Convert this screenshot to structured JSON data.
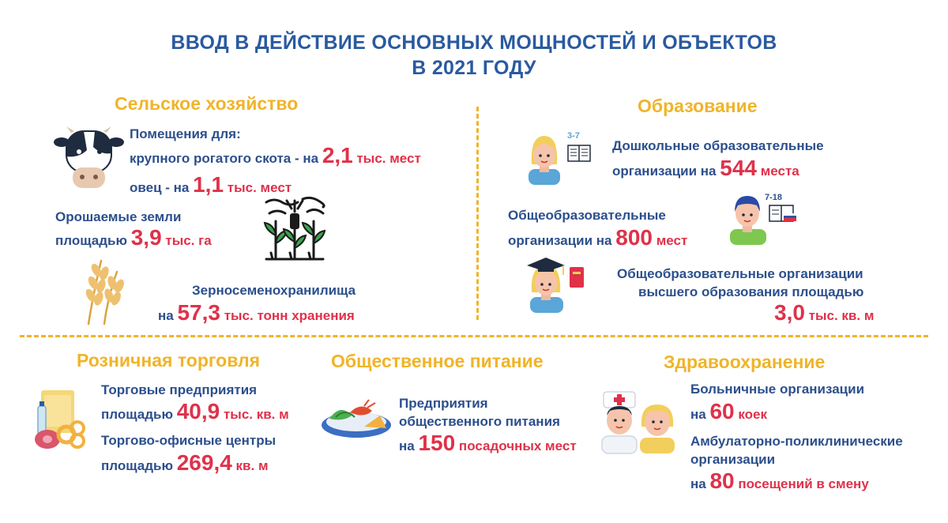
{
  "title": {
    "line1": "ВВОД В ДЕЙСТВИЕ ОСНОВНЫХ МОЩНОСТЕЙ И ОБЪЕКТОВ",
    "line2": "В 2021 ГОДУ"
  },
  "agriculture": {
    "heading": "Сельское хозяйство",
    "premises_label": "Помещения для:",
    "cattle_text": "крупного рогатого скота - на",
    "cattle_value": "2,1",
    "cattle_unit": "тыс. мест",
    "sheep_text": "овец - на",
    "sheep_value": "1,1",
    "sheep_unit": "тыс. мест",
    "irrigated_line1": "Орошаемые земли",
    "irrigated_text": "площадью",
    "irrigated_value": "3,9",
    "irrigated_unit": "тыс. га",
    "grain_line1": "Зерносеменохранилища",
    "grain_text": "на",
    "grain_value": "57,3",
    "grain_unit": "тыс. тонн хранения"
  },
  "education": {
    "heading": "Образование",
    "preschool_badge": "3-7",
    "preschool_line1": "Дошкольные образовательные",
    "preschool_text": "организации на",
    "preschool_value": "544",
    "preschool_unit": "места",
    "school_badge": "7-18",
    "school_line1": "Общеобразовательные",
    "school_text": "организации на",
    "school_value": "800",
    "school_unit": "мест",
    "higher_line1": "Общеобразовательные организации",
    "higher_line2": "высшего образования площадью",
    "higher_value": "3,0",
    "higher_unit": "тыс. кв. м"
  },
  "retail": {
    "heading": "Розничная торговля",
    "trade_line1": "Торговые предприятия",
    "trade_text": "площадью",
    "trade_value": "40,9",
    "trade_unit": "тыс. кв. м",
    "office_line1": "Торгово-офисные центры",
    "office_text": "площадью",
    "office_value": "269,4",
    "office_unit": "кв. м"
  },
  "catering": {
    "heading": "Общественное питание",
    "line1": "Предприятия",
    "line2": "общественного питания",
    "text": "на",
    "value": "150",
    "unit": "посадочных мест"
  },
  "health": {
    "heading": "Здравоохранение",
    "hospital_line1": "Больничные организации",
    "hospital_text": "на",
    "hospital_value": "60",
    "hospital_unit": "коек",
    "clinic_line1": "Амбулаторно-поликлинические",
    "clinic_line2": "организации",
    "clinic_text": "на",
    "clinic_value": "80",
    "clinic_unit": "посещений в смену"
  },
  "colors": {
    "title": "#2a5aa0",
    "heading": "#f0b429",
    "text": "#2c4f8c",
    "accent": "#e0314a"
  }
}
